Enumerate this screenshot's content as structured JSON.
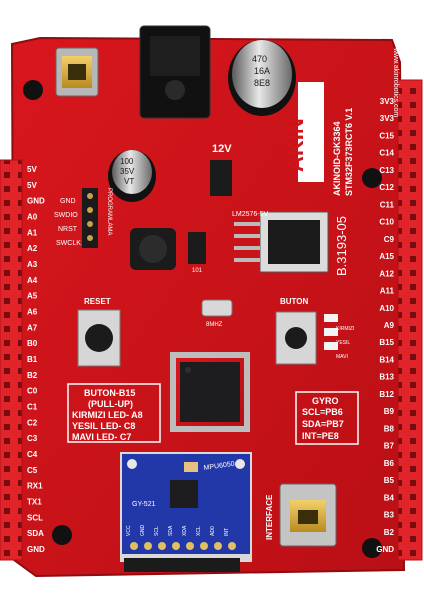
{
  "colors": {
    "board_red": "#d0141b",
    "board_dark_red": "#a80d13",
    "header_red": "#e0242a",
    "silk_white": "#ffffff",
    "chip_black": "#1d1d1f",
    "gyro_blue": "#2338a8",
    "usb_gold": "#d8a83a"
  },
  "brand": {
    "logo_text": "AKIN",
    "model_line1": "AKINOID-GK3364",
    "model_line2": "STM32F373RCT6 V.1",
    "website": "www.akinrobotics.com",
    "code": "B.3193-05"
  },
  "components": {
    "power_label": "12V",
    "cap_large_line1": "470",
    "cap_large_line2": "16A",
    "cap_large_line3": "8E8",
    "cap_small_line1": "100",
    "cap_small_line2": "35V",
    "cap_small_line3": "VT",
    "regulator_label": "LM2576-5V",
    "inductor_label": "101",
    "crystal_label": "8MHZ",
    "led_labels": [
      "KIRMIZI",
      "YESIL",
      "MAVI"
    ]
  },
  "buttons": {
    "reset_label": "RESET",
    "user_label": "BUTON"
  },
  "programmer_header": {
    "label": "PROGRAMLAMA",
    "pins": [
      "GND",
      "SWDIO",
      "NRST",
      "SWCLK"
    ]
  },
  "info_box_left": {
    "lines": [
      "BUTON-B15",
      "(PULL-UP)",
      "KIRMIZI LED- A8",
      "YESIL LED- C8",
      "MAVI LED- C7"
    ]
  },
  "info_box_right": {
    "lines": [
      "GYRO",
      "SCL=PB6",
      "SDA=PB7",
      "INT=PE8"
    ]
  },
  "gyro_module": {
    "label": "GY-521",
    "chip": "MPU6050",
    "pins": [
      "VCC",
      "GND",
      "SCL",
      "SDA",
      "XDA",
      "XCL",
      "AD0",
      "INT"
    ]
  },
  "interface_label": "INTERFACE",
  "left_pins": [
    "5V",
    "5V",
    "GND",
    "A0",
    "A1",
    "A2",
    "A3",
    "A4",
    "A5",
    "A6",
    "A7",
    "B0",
    "B1",
    "B2",
    "C0",
    "C1",
    "C2",
    "C3",
    "C4",
    "C5",
    "RX1",
    "TX1",
    "SCL",
    "SDA",
    "GND"
  ],
  "right_pins": [
    "3V3",
    "3V3",
    "C15",
    "C14",
    "C13",
    "C12",
    "C11",
    "C10",
    "C9",
    "A15",
    "A12",
    "A11",
    "A10",
    "A9",
    "B15",
    "B14",
    "B13",
    "B12",
    "B9",
    "B8",
    "B7",
    "B6",
    "B5",
    "B4",
    "B3",
    "B2",
    "GND"
  ]
}
